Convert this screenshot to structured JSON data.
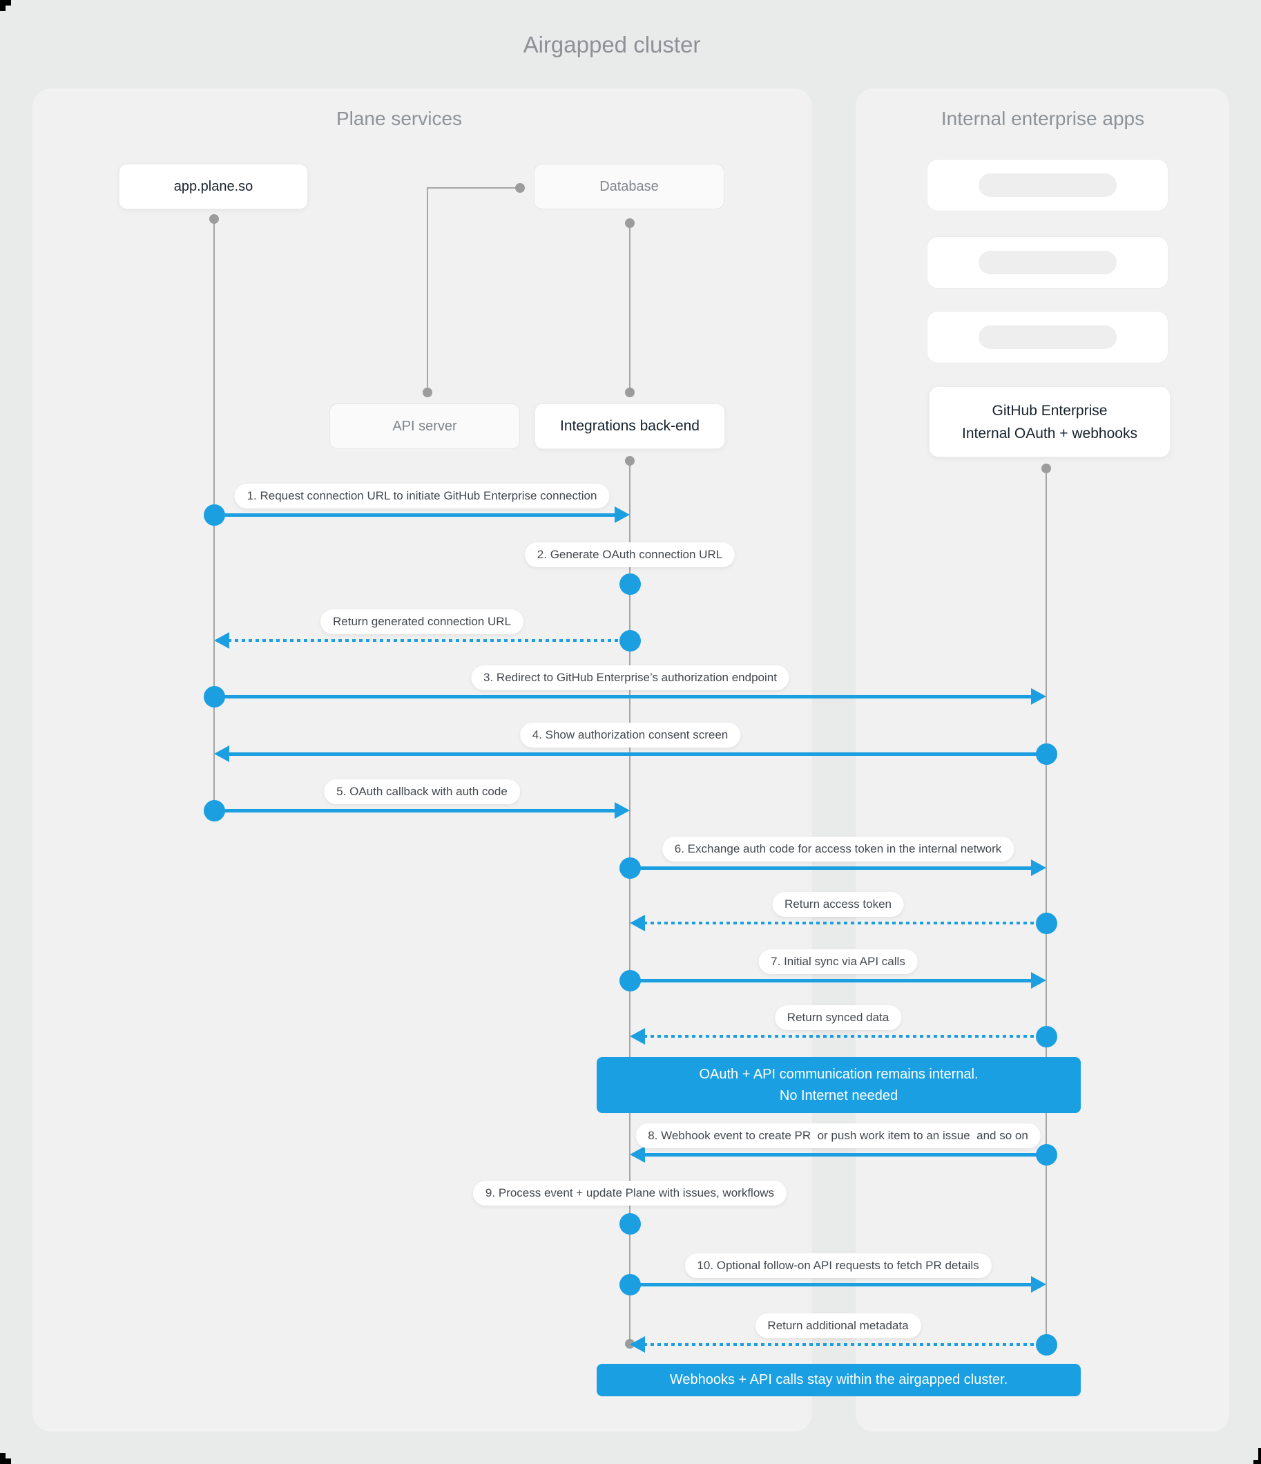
{
  "page": {
    "title": "Airgapped cluster"
  },
  "colors": {
    "background": "#e9eaea",
    "panel": "#f1f1f2",
    "arrow_blue": "#1b9fe0",
    "banner_blue": "#1aa0e2",
    "lifeline_gray": "#a5a5a5",
    "heading_gray": "#8d9297",
    "dark_text": "#16212c",
    "muted_text": "#7f858b"
  },
  "panels": {
    "left": {
      "heading": "Plane services"
    },
    "right": {
      "heading": "Internal enterprise apps"
    }
  },
  "actors": {
    "app_plane": {
      "label": "app.plane.so"
    },
    "database": {
      "label": "Database"
    },
    "api_server": {
      "label": "API server"
    },
    "integrations": {
      "label": "Integrations back-end"
    },
    "github": {
      "line1": "GitHub Enterprise",
      "line2": "Internal OAuth + webhooks"
    }
  },
  "placeholder_cards": {
    "count": 3
  },
  "messages": [
    {
      "text": "1. Request connection URL to initiate GitHub Enterprise connection",
      "from": "app_plane",
      "to": "integrations",
      "style": "solid"
    },
    {
      "text": "2. Generate OAuth connection URL",
      "on": "integrations",
      "style": "self"
    },
    {
      "text": "Return generated connection URL",
      "from": "integrations",
      "to": "app_plane",
      "style": "dashed"
    },
    {
      "text": "3. Redirect to GitHub Enterprise’s authorization endpoint",
      "from": "app_plane",
      "to": "github",
      "style": "solid"
    },
    {
      "text": "4. Show authorization consent screen",
      "from": "github",
      "to": "app_plane",
      "style": "solid"
    },
    {
      "text": "5. OAuth callback with auth code",
      "from": "app_plane",
      "to": "integrations",
      "style": "solid"
    },
    {
      "text": "6. Exchange auth code for access token in the internal network",
      "from": "integrations",
      "to": "github",
      "style": "solid"
    },
    {
      "text": "Return access token",
      "from": "github",
      "to": "integrations",
      "style": "dashed"
    },
    {
      "text": "7. Initial sync via API calls",
      "from": "integrations",
      "to": "github",
      "style": "solid"
    },
    {
      "text": "Return synced data",
      "from": "github",
      "to": "integrations",
      "style": "dashed"
    },
    {
      "text": "8. Webhook event to create PR  or push work item to an issue  and so on",
      "from": "github",
      "to": "integrations",
      "style": "solid"
    },
    {
      "text": "9. Process event + update Plane with issues, workflows",
      "on": "integrations",
      "style": "self"
    },
    {
      "text": "10. Optional follow-on API requests to fetch PR details",
      "from": "integrations",
      "to": "github",
      "style": "solid"
    },
    {
      "text": "Return additional metadata",
      "from": "github",
      "to": "integrations",
      "style": "dashed"
    }
  ],
  "banners": [
    {
      "lines": [
        "OAuth + API communication remains internal.",
        "No Internet needed"
      ]
    },
    {
      "lines": [
        "Webhooks + API calls stay within the airgapped cluster."
      ]
    }
  ]
}
